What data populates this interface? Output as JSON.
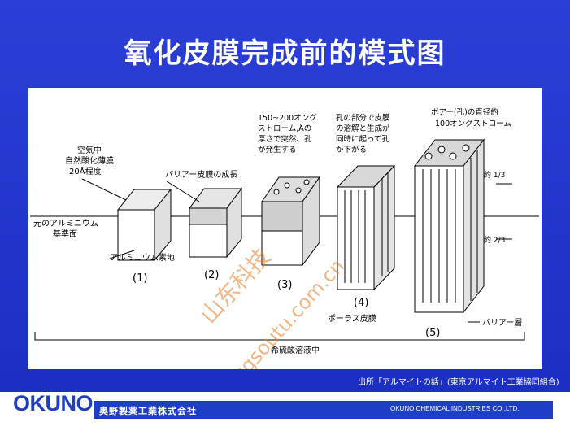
{
  "slide": {
    "title": "氧化皮膜完成前的模式图",
    "source": "出所「アルマイトの話」(東京アルマイト工業協同組合)"
  },
  "footer": {
    "logo": "OKUNO",
    "company_jp": "奥野製薬工業株式会社",
    "company_en": "OKUNO CHEMICAL INDUSTRIES CO.,LTD."
  },
  "watermark": {
    "line1": "山东科技",
    "line2": "www.sgsoutu.com.cn"
  },
  "diagram": {
    "stages": [
      "(1)",
      "(2)",
      "(3)",
      "(4)",
      "(5)"
    ],
    "labels": {
      "air_oxide_1": "空気中",
      "air_oxide_2": "自然酸化薄膜",
      "air_oxide_3": "20Å程度",
      "barrier_growth": "バリアー皮膜の成長",
      "stage3_a": "150~200オング",
      "stage3_b": "ストローム,Åの",
      "stage3_c": "厚さで突然、孔",
      "stage3_d": "が発生する",
      "stage4_a": "孔の部分で皮膜",
      "stage4_b": "の溶解と生成が",
      "stage4_c": "同時に起って孔",
      "stage4_d": "が下がる",
      "pore_a": "ポアー(孔)の直径約",
      "pore_b": "100オングストローム",
      "yaku_top": "約 1/3",
      "yaku_bottom": "約 2/3",
      "base_line_1": "元のアルミニウム",
      "base_line_2": "基準面",
      "aluminum_base": "アルミニウム素地",
      "porous": "ポーラス皮膜",
      "barrier_layer": "バリアー層",
      "solution": "希硫酸溶液中"
    }
  }
}
